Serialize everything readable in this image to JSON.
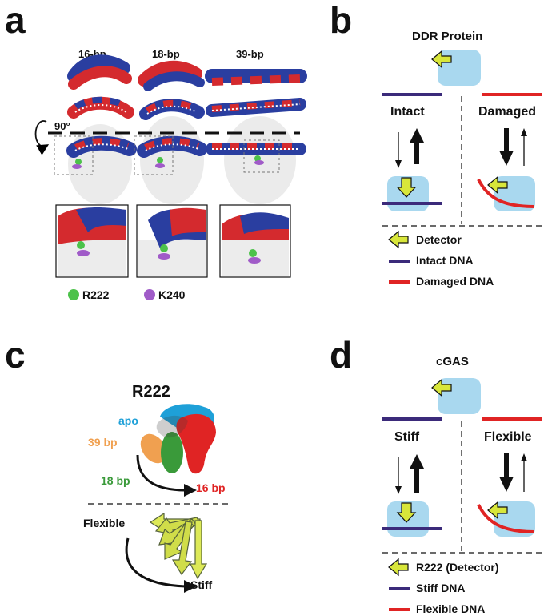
{
  "panels": {
    "a": {
      "letter": "a",
      "columns": [
        "16-bp",
        "18-bp",
        "39-bp"
      ],
      "rotation_label": "90°",
      "legend": [
        {
          "label": "R222",
          "color": "#4cc24a"
        },
        {
          "label": "K240",
          "color": "#a05bc8"
        }
      ]
    },
    "b": {
      "letter": "b",
      "title": "DDR Protein",
      "left_label": "Intact",
      "right_label": "Damaged",
      "legend": [
        {
          "label": "Detector",
          "kind": "arrow"
        },
        {
          "label": "Intact DNA",
          "kind": "line",
          "color": "#3b2a7a"
        },
        {
          "label": "Damaged DNA",
          "kind": "line",
          "color": "#e02424"
        }
      ]
    },
    "c": {
      "letter": "c",
      "title": "R222",
      "labels": {
        "apo": "apo",
        "bp39": "39 bp",
        "bp18": "18 bp",
        "bp16": "16 bp",
        "flexible": "Flexible",
        "stiff": "Stiff"
      },
      "colors": {
        "apo": "#1ea0d8",
        "bp39": "#f0a050",
        "bp18": "#3a9a3a",
        "bp16": "#e02424"
      }
    },
    "d": {
      "letter": "d",
      "title": "cGAS",
      "left_label": "Stiff",
      "right_label": "Flexible",
      "legend": [
        {
          "label": "R222 (Detector)",
          "kind": "arrow"
        },
        {
          "label": "Stiff DNA",
          "kind": "line",
          "color": "#3b2a7a"
        },
        {
          "label": "Flexible DNA",
          "kind": "line",
          "color": "#e02424"
        }
      ]
    }
  },
  "colors": {
    "dna_red": "#d42a2e",
    "dna_blue": "#2a3ea0",
    "protein_fill": "#a9d8ef",
    "detector": "#d8e63a",
    "intact_line": "#3b2a7a",
    "damaged_line": "#e02424"
  }
}
